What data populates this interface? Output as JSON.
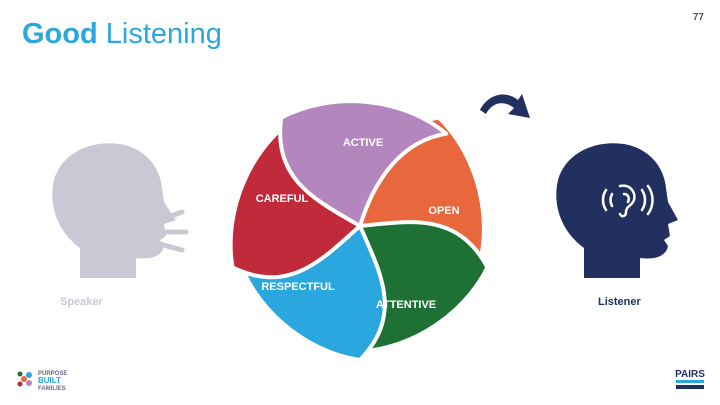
{
  "header": {
    "title_bold": "Good",
    "title_rest": "Listening",
    "page_number": "77"
  },
  "people": {
    "speaker": {
      "label": "Speaker",
      "color": "#c9c9d6"
    },
    "listener": {
      "label": "Listener",
      "color": "#22305f"
    }
  },
  "petals": [
    {
      "label": "ACTIVE",
      "color": "#e8673c"
    },
    {
      "label": "OPEN",
      "color": "#1e7035"
    },
    {
      "label": "ATTENTIVE",
      "color": "#2aa7df"
    },
    {
      "label": "RESPECTFUL",
      "color": "#c12a3a"
    },
    {
      "label": "CAREFUL",
      "color": "#b387bd"
    }
  ],
  "logos": {
    "left": {
      "line1": "PURPOSE",
      "line2": "BUILT",
      "line3": "FAMILIES"
    },
    "right": {
      "line1": "PAIRS"
    }
  },
  "colors": {
    "accent": "#2aa7df",
    "arrow": "#22305f"
  }
}
